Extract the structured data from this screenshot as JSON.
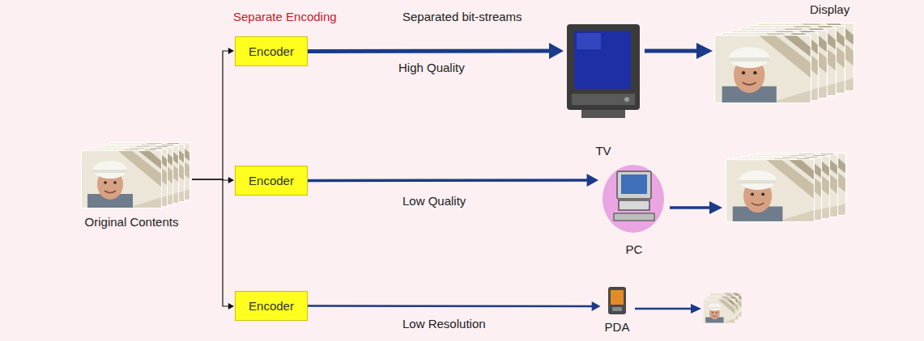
{
  "diagram": {
    "nodes": [
      {
        "text": [
          "Original Contents"
        ]
      },
      {
        "text": [
          "Encoder"
        ]
      },
      {
        "text": [
          "Encoder"
        ]
      },
      {
        "text": [
          "Encoder"
        ]
      },
      {
        "text": [
          "TV"
        ]
      },
      {
        "text": [
          "PC"
        ]
      },
      {
        "text": [
          "PDA"
        ]
      }
    ],
    "edges": [
      {
        "from": 0,
        "to": 1,
        "arrow": "to"
      },
      {
        "from": 0,
        "to": 2,
        "arrow": "to"
      },
      {
        "from": 0,
        "to": 3,
        "arrow": "to"
      },
      {
        "from": 1,
        "to": 4,
        "label": "High Quality",
        "arrow": "to"
      },
      {
        "from": 2,
        "to": 5,
        "label": "Low Quality",
        "arrow": "to"
      },
      {
        "from": 3,
        "to": 6,
        "label": "Low Resolution",
        "arrow": "to"
      }
    ],
    "labels": [
      "Separate Encoding",
      "Separated bit-streams",
      "Display"
    ]
  }
}
